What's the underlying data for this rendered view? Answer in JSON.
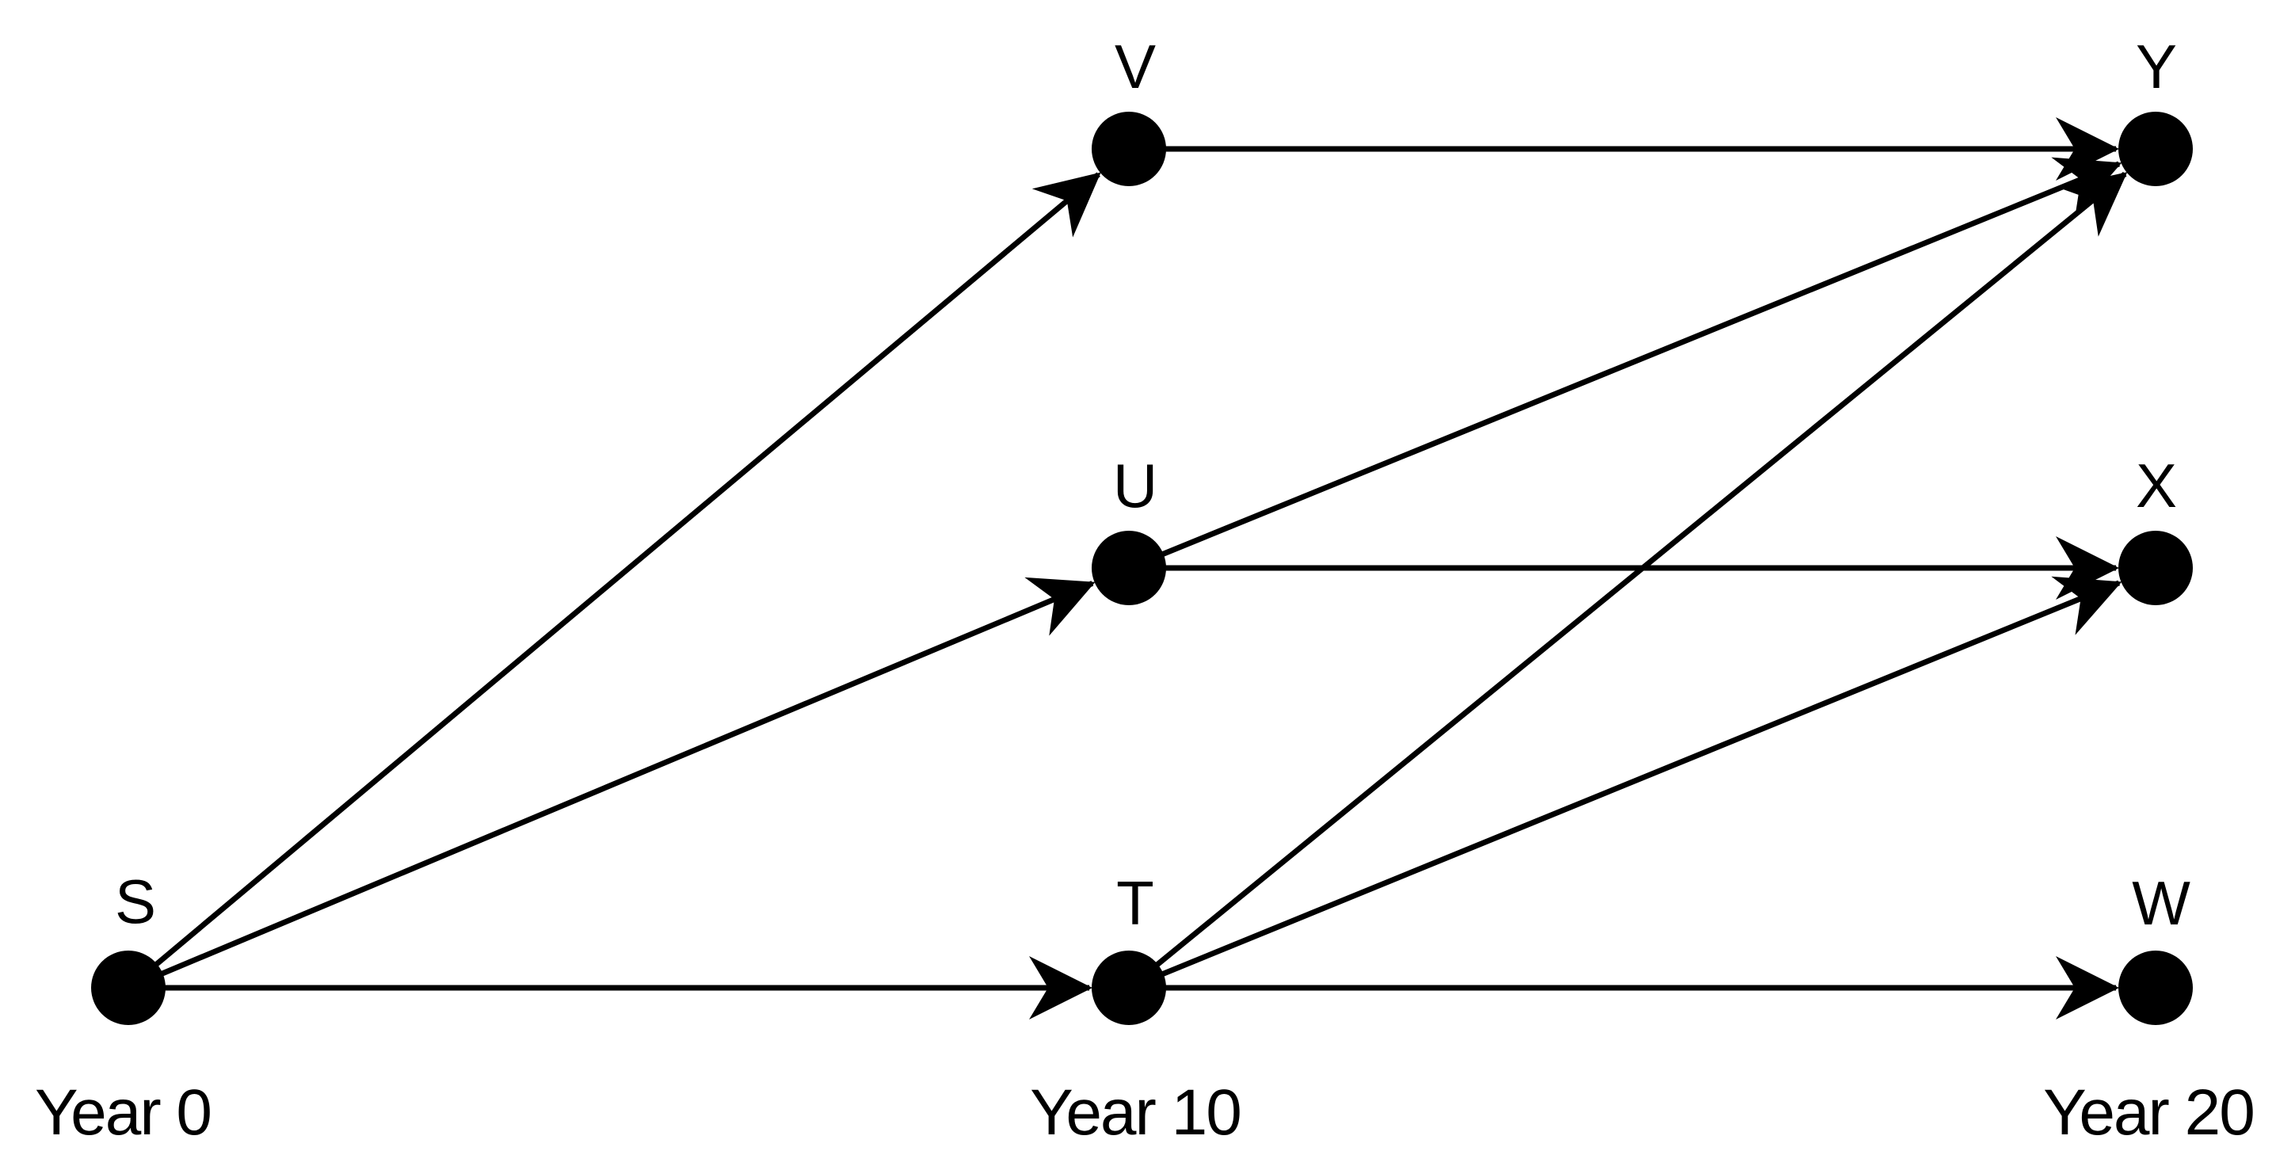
{
  "diagram": {
    "colors": {
      "ink": "#000000",
      "background": "#ffffff"
    },
    "nodes": [
      {
        "id": "S",
        "label": "S"
      },
      {
        "id": "V",
        "label": "V"
      },
      {
        "id": "U",
        "label": "U"
      },
      {
        "id": "T",
        "label": "T"
      },
      {
        "id": "Y",
        "label": "Y"
      },
      {
        "id": "X",
        "label": "X"
      },
      {
        "id": "W",
        "label": "W"
      }
    ],
    "edges": [
      {
        "from": "S",
        "to": "V"
      },
      {
        "from": "S",
        "to": "U"
      },
      {
        "from": "S",
        "to": "T"
      },
      {
        "from": "V",
        "to": "Y"
      },
      {
        "from": "U",
        "to": "Y"
      },
      {
        "from": "U",
        "to": "X"
      },
      {
        "from": "T",
        "to": "Y"
      },
      {
        "from": "T",
        "to": "X"
      },
      {
        "from": "T",
        "to": "W"
      }
    ],
    "time_labels": [
      "Year 0",
      "Year 10",
      "Year 20"
    ]
  }
}
